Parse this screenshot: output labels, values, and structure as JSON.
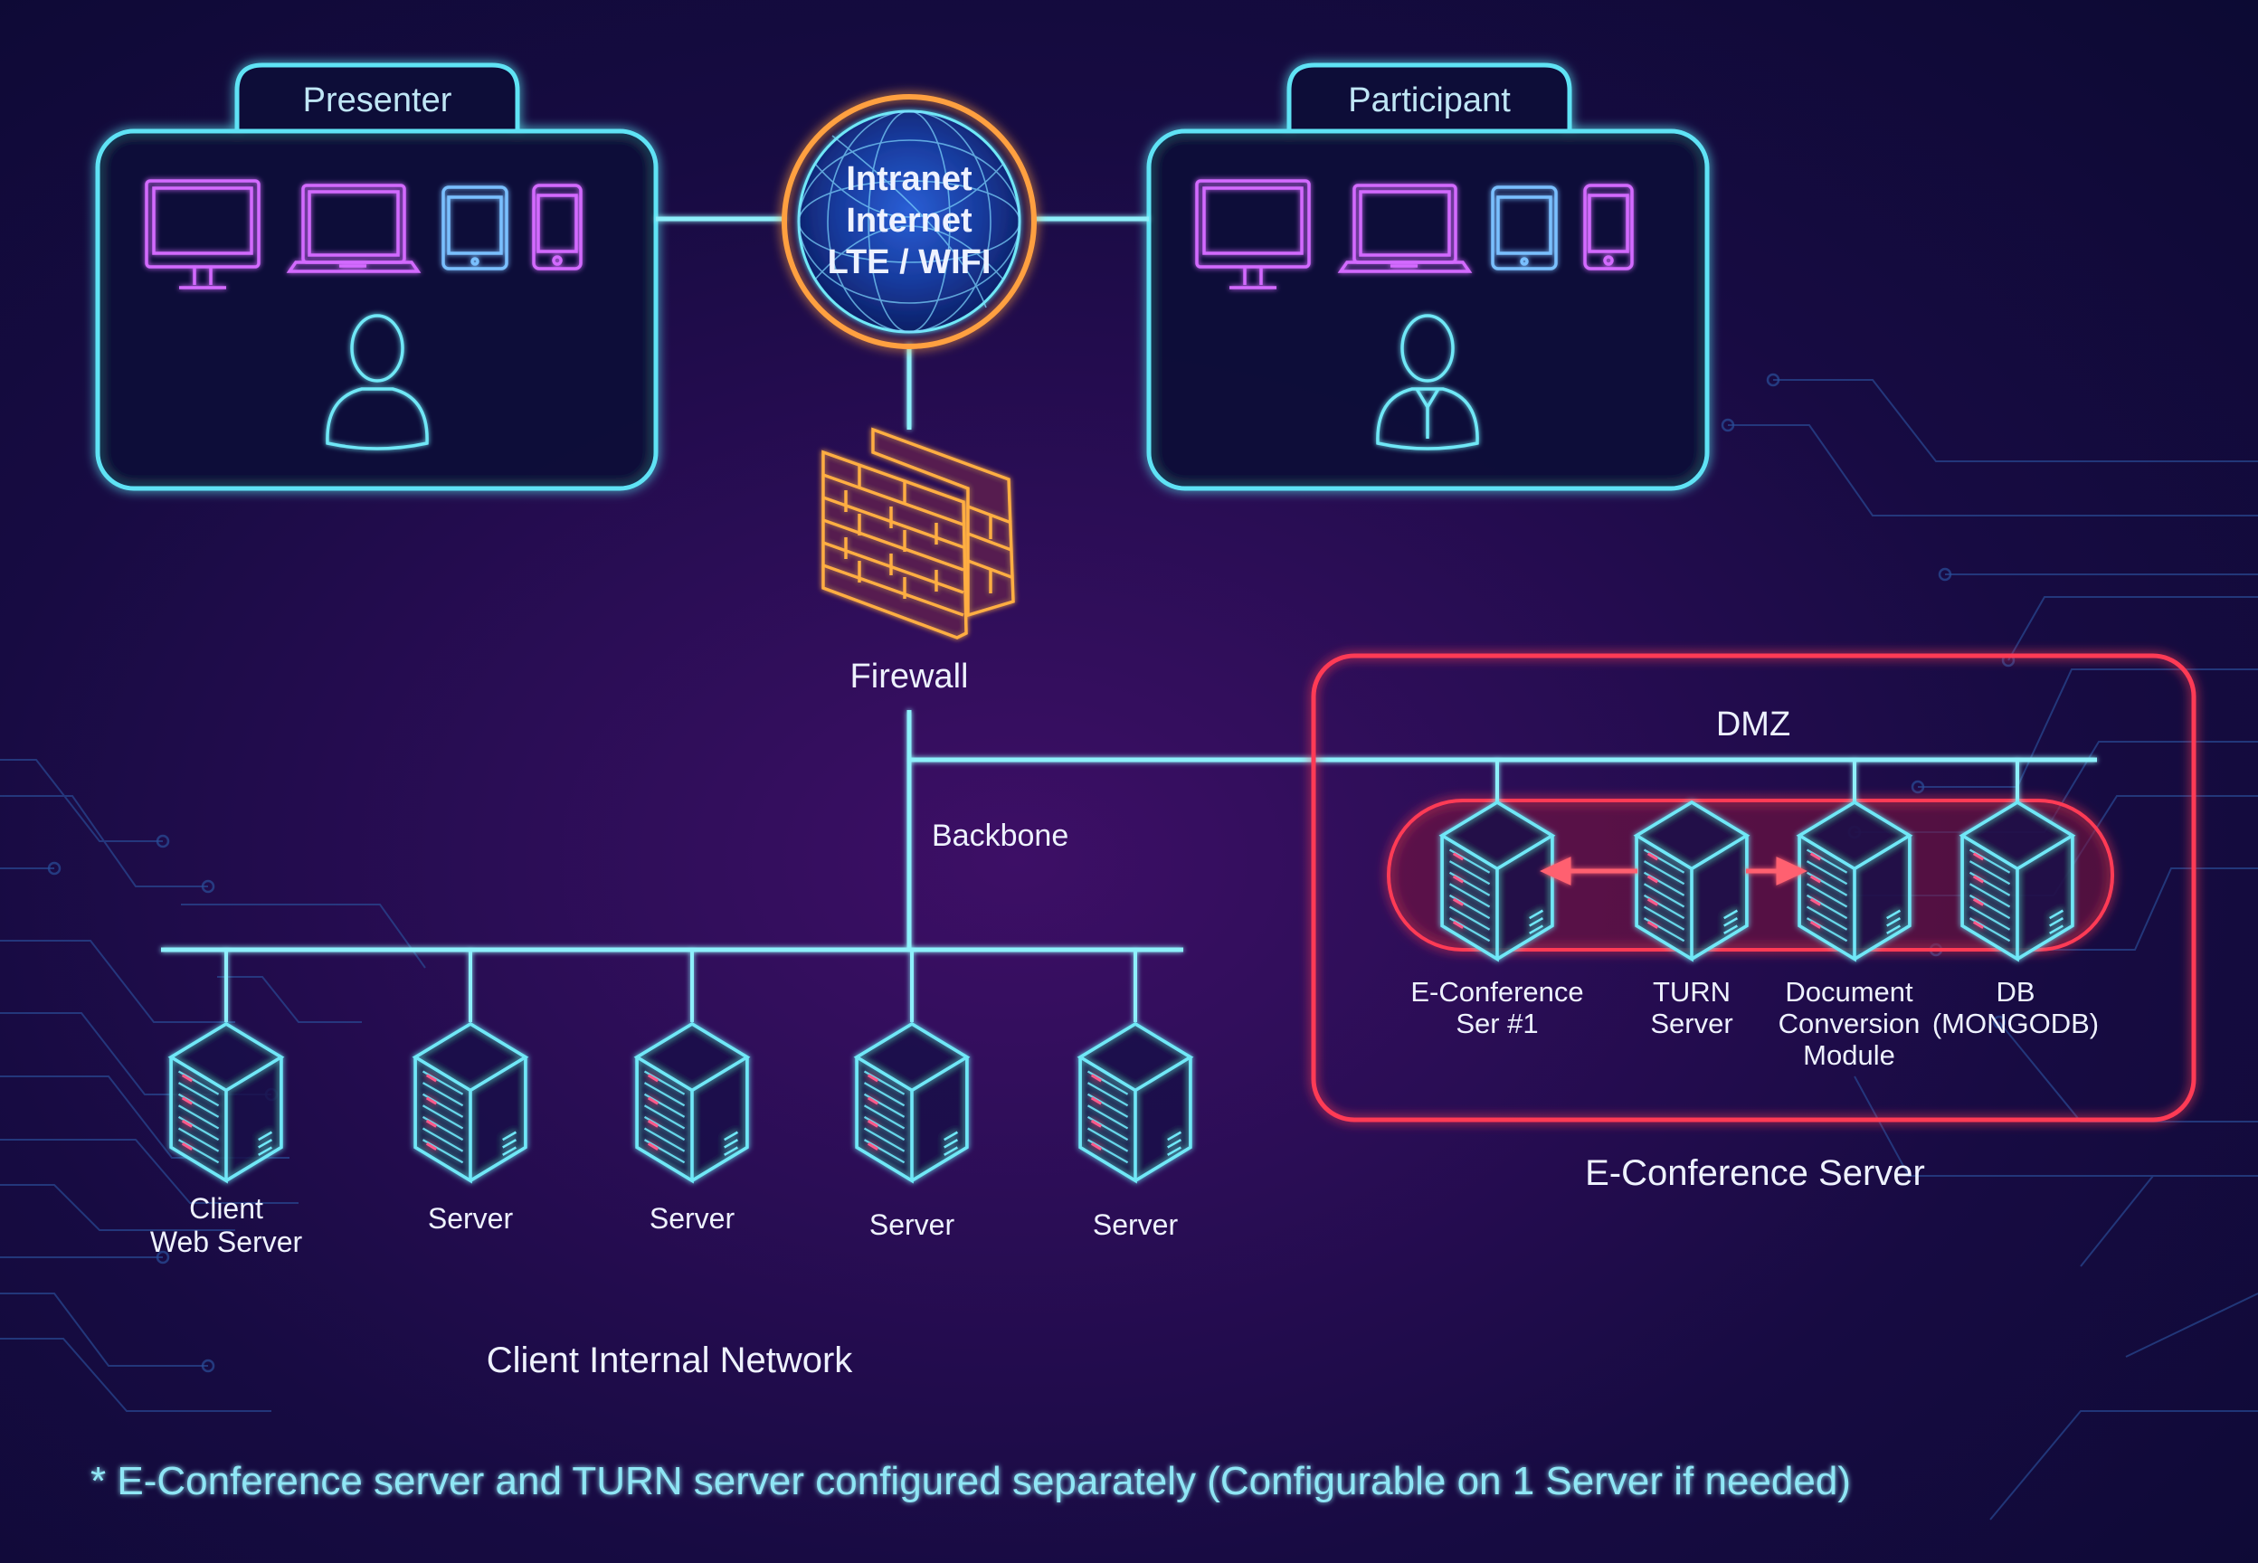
{
  "colors": {
    "cyan": "#5fe3f5",
    "magenta": "#d36bff",
    "orange": "#ffae42",
    "red": "#ff3b55",
    "text": "#eef2ff",
    "footnote": "#8fe6f5",
    "circuit": "#2a4f9a"
  },
  "presenter": {
    "title": "Presenter",
    "devices": [
      "monitor-icon",
      "laptop-icon",
      "tablet-icon",
      "phone-icon"
    ],
    "user_icon": "user-icon"
  },
  "participant": {
    "title": "Participant",
    "devices": [
      "monitor-icon",
      "laptop-icon",
      "tablet-icon",
      "phone-icon"
    ],
    "user_icon": "user-with-tie-icon"
  },
  "network_globe": {
    "lines": [
      "Intranet",
      "Internet",
      "LTE / WIFI"
    ]
  },
  "firewall": {
    "label": "Firewall"
  },
  "backbone": {
    "label": "Backbone"
  },
  "dmz": {
    "label": "DMZ",
    "group_label": "E-Conference Server",
    "servers": [
      {
        "lines": [
          "E-Conference",
          "Ser #1"
        ],
        "connected_to_bus": true
      },
      {
        "lines": [
          "TURN",
          "Server"
        ],
        "connected_to_bus": false
      },
      {
        "lines": [
          "Document",
          "Conversion",
          "Module"
        ],
        "connected_to_bus": true
      },
      {
        "lines": [
          "DB",
          "(MONGODB)"
        ],
        "connected_to_bus": true
      }
    ],
    "links": [
      {
        "from": "TURN Server",
        "to": "E-Conference Ser #1",
        "type": "arrow"
      },
      {
        "from": "TURN Server",
        "to": "Document Conversion Module",
        "type": "arrow"
      }
    ]
  },
  "client_network": {
    "label": "Client Internal Network",
    "servers": [
      {
        "lines": [
          "Client",
          "Web Server"
        ]
      },
      {
        "lines": [
          "Server"
        ]
      },
      {
        "lines": [
          "Server"
        ]
      },
      {
        "lines": [
          "Server"
        ]
      },
      {
        "lines": [
          "Server"
        ]
      }
    ]
  },
  "footnote": "* E-Conference server and TURN server configured separately (Configurable on 1 Server if needed)"
}
